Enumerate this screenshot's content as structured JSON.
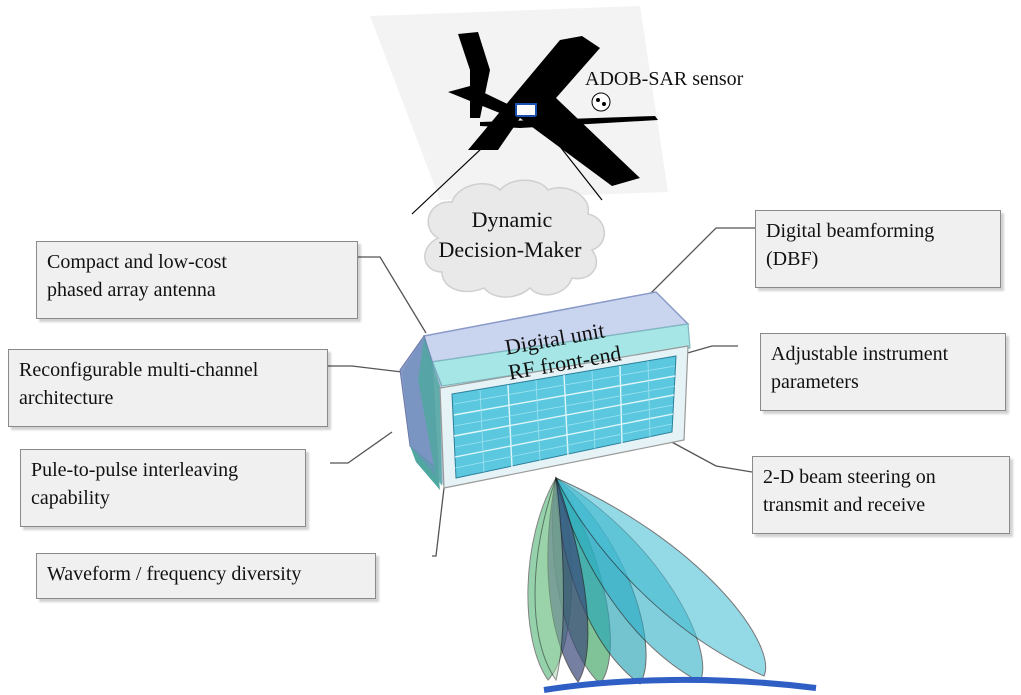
{
  "sensor_label": "ADOB-SAR sensor",
  "brain": {
    "line1": "Dynamic",
    "line2": "Decision-Maker"
  },
  "module": {
    "digital_unit": "Digital unit",
    "rf_front_end": "RF front-end"
  },
  "features": {
    "compact_antenna": {
      "line1": "Compact and low-cost",
      "line2": "phased array antenna"
    },
    "reconfigurable": {
      "line1": "Reconfigurable multi-channel",
      "line2": "architecture"
    },
    "pulse_interleaving": {
      "line1": "Pule-to-pulse interleaving",
      "line2": "capability"
    },
    "waveform_diversity": {
      "line1": "Waveform / frequency diversity"
    },
    "digital_beamforming": {
      "line1": "Digital beamforming",
      "line2": "(DBF)"
    },
    "adjustable_params": {
      "line1": "Adjustable instrument",
      "line2": "parameters"
    },
    "beam_steering": {
      "line1": "2-D beam steering on",
      "line2": "transmit and receive"
    }
  },
  "colors": {
    "digital_unit": "#c9d4ee",
    "rf_front_end": "#a7e6e6",
    "antenna_face": "#5cc8df",
    "side_left": "#8b9bc9",
    "side_teal": "#4fa7a0",
    "beam_green": "#3fae6a",
    "beam_teal": "#2aa6b8",
    "beam_navy": "#3c4a7a",
    "ground": "#2f5fc4"
  }
}
